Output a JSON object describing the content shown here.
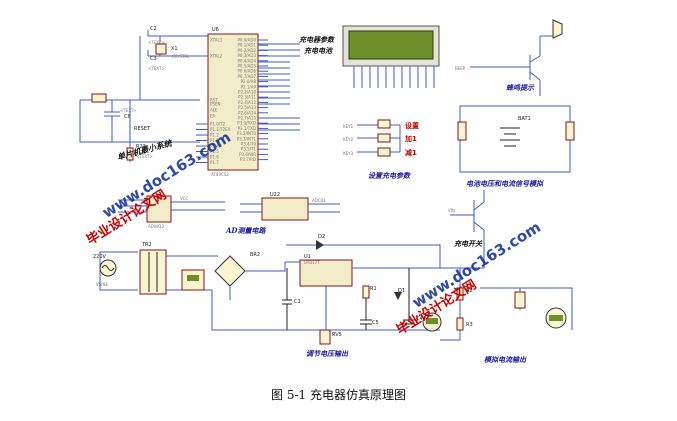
{
  "caption": "图 5-1 充电器仿真原理图",
  "mcu": {
    "ref": "U6",
    "part": "AT89C52",
    "left_pins": [
      "XTAL1",
      "XTAL2",
      "RST",
      "PSEN",
      "ALE",
      "EA"
    ],
    "p0_pins": [
      "P0.0/AD0",
      "P0.1/AD1",
      "P0.2/AD2",
      "P0.3/AD3",
      "P0.4/AD4",
      "P0.5/AD5",
      "P0.6/AD6",
      "P0.7/AD7"
    ],
    "p2_pins": [
      "P2.0/A8",
      "P2.1/A9",
      "P2.2/A10",
      "P2.3/A11",
      "P2.4/A12",
      "P2.5/A13",
      "P2.6/A14",
      "P2.7/A15"
    ],
    "p3_pins": [
      "P3.0/RXD",
      "P3.1/TXD",
      "P3.2/INT0",
      "P3.3/INT1",
      "P3.4/T0",
      "P3.5/T1",
      "P3.6/WR",
      "P3.7/RD"
    ],
    "p1_pins": [
      "P1.0/T2",
      "P1.1/T2EX",
      "P1.2",
      "P1.3",
      "P1.4",
      "P1.5",
      "P1.6",
      "P1.7"
    ]
  },
  "components": {
    "c2": "C2",
    "c3": "C3",
    "x1": "X1",
    "crystal": "CRYSTAL",
    "c6": "C6",
    "r23": "R23",
    "reset": "RESET",
    "u22": "U22",
    "u21": "AD0832",
    "tr2": "TR2",
    "br2": "BR2",
    "vsrc": "220V",
    "vsine": "VSINE",
    "u1": "U1",
    "u1_part": "LM317T",
    "d2": "D2",
    "d1": "D1",
    "c1": "C1",
    "c5": "C5",
    "c4": "C4",
    "rv5": "RV5",
    "r1": "R1",
    "r2": "R2",
    "r3": "R3",
    "bat": "BAT1",
    "key1": "KEY1",
    "key2": "KEY2",
    "key3": "KEY3",
    "beep": "BEEP",
    "adc_ch": "ADC01",
    "adc_vdd": "VCC",
    "adc_vin": "VIN",
    "text_tag": "<TEXT>"
  },
  "labels": {
    "lcd_title": "充电器参数",
    "lcd_subtitle": "充电电池",
    "buzzer": "蜂鸣提示",
    "set_key": "设置",
    "plus_key": "加1",
    "minus_key": "减1",
    "set_params": "设置充电参数",
    "mcu_block": "单片机最小系统",
    "battery_block": "电池电压和电流信号模拟",
    "ad_circuit": "AD测量电路",
    "charge_switch": "充电开关",
    "adjust_output": "调节电压输出",
    "sim_current": "模拟电流输出"
  },
  "watermarks": {
    "left_red": "毕业设计论文网",
    "left_blue": "www.doc163.com",
    "right_red": "毕业设计论文网",
    "right_blue": "www.doc163.com"
  },
  "colors": {
    "wire": "#3b5bd6",
    "component_fill": "#fbf5d2",
    "component_border": "#8a1010",
    "lcd_screen": "#6f8f2a",
    "watermark_red": "#cc0000",
    "watermark_blue": "#0b2a99"
  }
}
